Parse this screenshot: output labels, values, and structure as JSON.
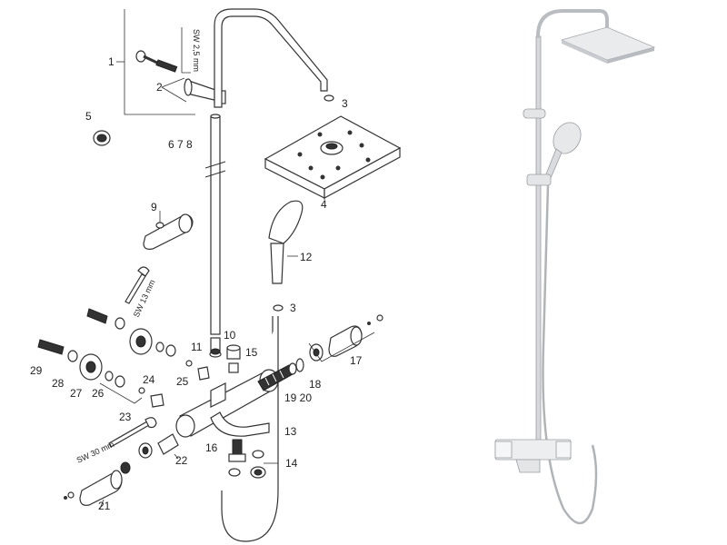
{
  "parts": {
    "p1": "1",
    "p2": "2",
    "p3a": "3",
    "p3b": "3",
    "p4": "4",
    "p5": "5",
    "p678": "6 7 8",
    "p9": "9",
    "p10": "10",
    "p11": "11",
    "p12": "12",
    "p13": "13",
    "p14": "14",
    "p15": "15",
    "p16": "16",
    "p17": "17",
    "p18": "18",
    "p1920": "19 20",
    "p21": "21",
    "p22": "22",
    "p23": "23",
    "p24": "24",
    "p25": "25",
    "p26": "26",
    "p27": "27",
    "p28": "28",
    "p29": "29"
  },
  "tools": {
    "sw25": "SW 2,5 mm",
    "sw13": "SW 13 mm",
    "sw30": "SW 30 mm"
  },
  "colors": {
    "line": "#333333",
    "chrome": "#b9bcc0",
    "background": "#ffffff"
  }
}
